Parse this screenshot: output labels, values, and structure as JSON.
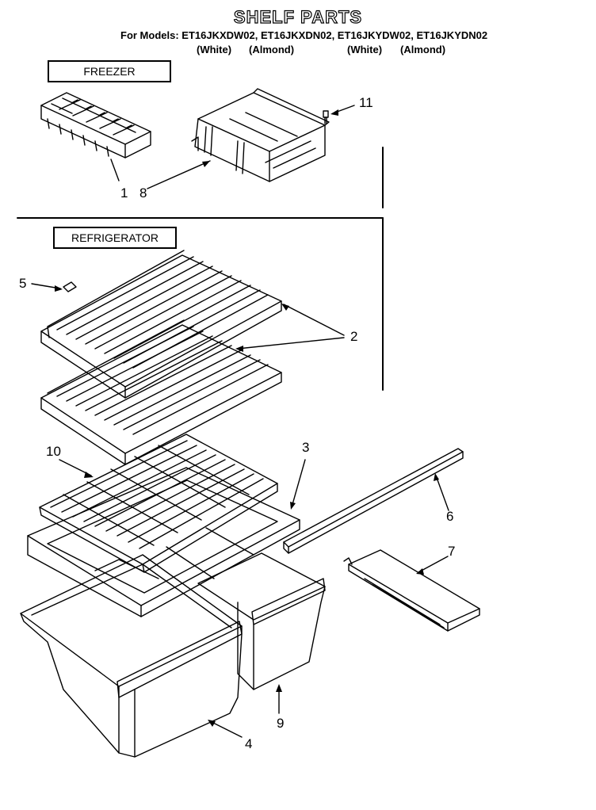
{
  "header": {
    "title": "SHELF PARTS",
    "models_line": "For Models: ET16JKXDW02, ET16JKXDN02, ET16JKYDW02, ET16JKYDN02",
    "color_labels": [
      "(White)",
      "(Almond)",
      "(White)",
      "(Almond)"
    ]
  },
  "sections": {
    "freezer": "FREEZER",
    "refrigerator": "REFRIGERATOR"
  },
  "callouts": {
    "c1": "1",
    "c2": "2",
    "c3": "3",
    "c4": "4",
    "c5": "5",
    "c6": "6",
    "c7": "7",
    "c8": "8",
    "c9": "9",
    "c10": "10",
    "c11": "11"
  }
}
